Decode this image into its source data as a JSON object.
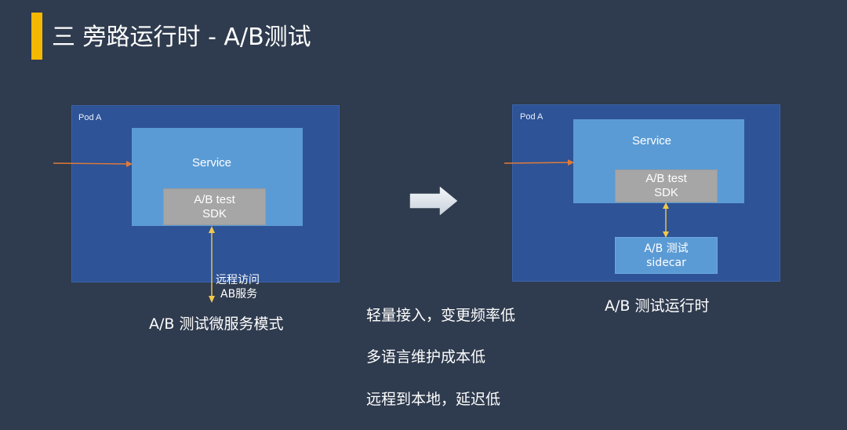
{
  "colors": {
    "background": "#2f3b4e",
    "accent": "#f5b800",
    "pod": "#2e5396",
    "service": "#5b9bd5",
    "sdk": "#a6a6a6",
    "incoming_arrow": "#e07b39",
    "link_arrow": "#f2c94c",
    "transition_arrow": "#e6ecf2"
  },
  "slide": {
    "title": "三 旁路运行时 - A/B测试"
  },
  "left_diagram": {
    "pod_label": "Pod A",
    "service_label": "Service",
    "sdk_line1": "A/B test",
    "sdk_line2": "SDK",
    "remote_line1": "远程访问",
    "remote_line2": "AB服务",
    "caption": "A/B 测试微服务模式"
  },
  "right_diagram": {
    "pod_label": "Pod A",
    "service_label": "Service",
    "sdk_line1": "A/B test",
    "sdk_line2": "SDK",
    "sidecar_line1": "A/B 测试",
    "sidecar_line2": "sidecar",
    "caption": "A/B 测试运行时"
  },
  "benefits": [
    "轻量接入，变更频率低",
    "多语言维护成本低",
    "远程到本地，延迟低"
  ],
  "icons": {
    "transition": "right-arrow-icon",
    "incoming": "incoming-arrow-icon",
    "link": "double-arrow-icon"
  }
}
